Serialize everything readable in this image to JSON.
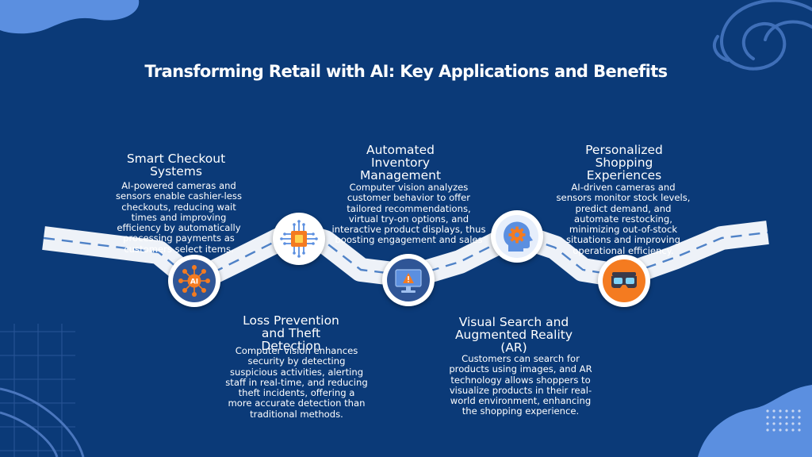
{
  "title": "Transforming Retail with AI: Key Applications and Benefits",
  "colors": {
    "background": "#0b3a78",
    "road": "#eef2f8",
    "road_dash": "#4f82c7",
    "icon_circle": "#2f5596",
    "accent_orange": "#f47b20",
    "accent_blob": "#5b8fe0"
  },
  "items": [
    {
      "heading": "Smart Checkout Systems",
      "body": "AI-powered cameras and sensors enable cashier-less checkouts, reducing wait times and improving efficiency by automatically processing payments as customers select items.",
      "icon": "ai-network-icon"
    },
    {
      "heading": "Loss Prevention and Theft Detection",
      "body": "Computer vision enhances security by detecting suspicious activities, alerting staff in real-time, and reducing theft incidents, offering a more accurate detection than traditional methods.",
      "icon": "chip-icon"
    },
    {
      "heading": "Automated Inventory Management",
      "body": "Computer vision analyzes customer behavior to offer tailored recommendations, virtual try-on options, and interactive product displays, thus boosting engagement and sales",
      "icon": "monitor-alert-icon"
    },
    {
      "heading": "Visual Search and Augmented Reality (AR)",
      "body": "Customers can search for products using images, and AR technology allows shoppers to visualize products in their real-world environment, enhancing the shopping experience.",
      "icon": "head-gear-icon"
    },
    {
      "heading": "Personalized Shopping Experiences",
      "body": "AI-driven cameras and sensors monitor stock levels, predict demand, and automate restocking, minimizing out-of-stock situations and improving operational efficiency.",
      "icon": "vr-glasses-icon"
    }
  ]
}
